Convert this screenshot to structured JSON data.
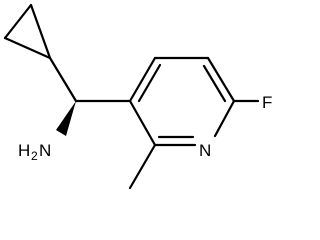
{
  "molecule": {
    "atoms": {
      "amine_h": "H",
      "amine_h_count": "2",
      "amine_n": "N",
      "ring_n": "N",
      "fluorine": "F"
    },
    "stereo": "wedge-bond"
  }
}
